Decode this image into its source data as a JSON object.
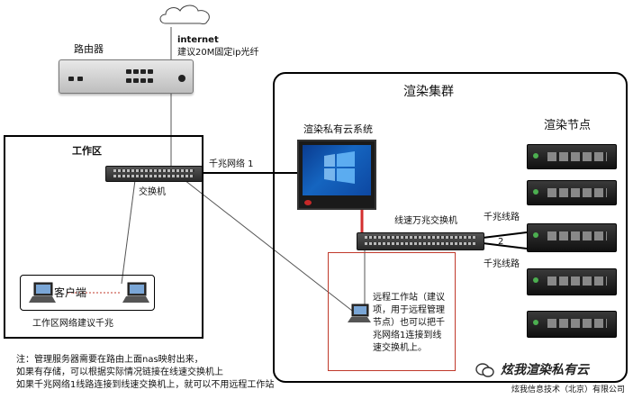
{
  "labels": {
    "internet": "internet",
    "internet_note": "建议20M固定ip光纤",
    "router": "路由器",
    "work_area": "工作区",
    "switch": "交换机",
    "gigabit_network_1": "千兆网络 1",
    "render_cluster": "渲染集群",
    "render_private_cloud": "渲染私有云系统",
    "render_nodes": "渲染节点",
    "line_speed_switch": "线速万兆交换机",
    "gigabit_line_top": "千兆线路",
    "line_2": "2",
    "gigabit_line_bottom": "千兆线路",
    "client": "客户端",
    "work_area_network": "工作区网络建议千兆",
    "remote_workstation_note": "远程工作站（建议项，用于远程管理节点）也可以把千兆网络1连接到线速交换机上。",
    "note_line1": "注：管理服务器需要在路由上面nas映射出来，",
    "note_line2": "如果有存储，可以根据实际情况链接在线速交换机上",
    "note_line3": "如果千兆网络1线路连接到线速交换机上，就可以不用远程工作站",
    "watermark": "炫我渲染私有云",
    "company": "炫我信息技术（北京）有限公司"
  },
  "icons": {
    "cloud": "cloud-icon",
    "router": "router-icon",
    "switch": "switch-icon",
    "monitor": "monitor-icon",
    "server": "server-icon",
    "pc": "pc-icon",
    "watermark": "wechat-icon"
  },
  "colors": {
    "border": "#000000",
    "red_link": "#d32f2f",
    "red_box": "#c0392b",
    "screen": "#1565c0"
  }
}
